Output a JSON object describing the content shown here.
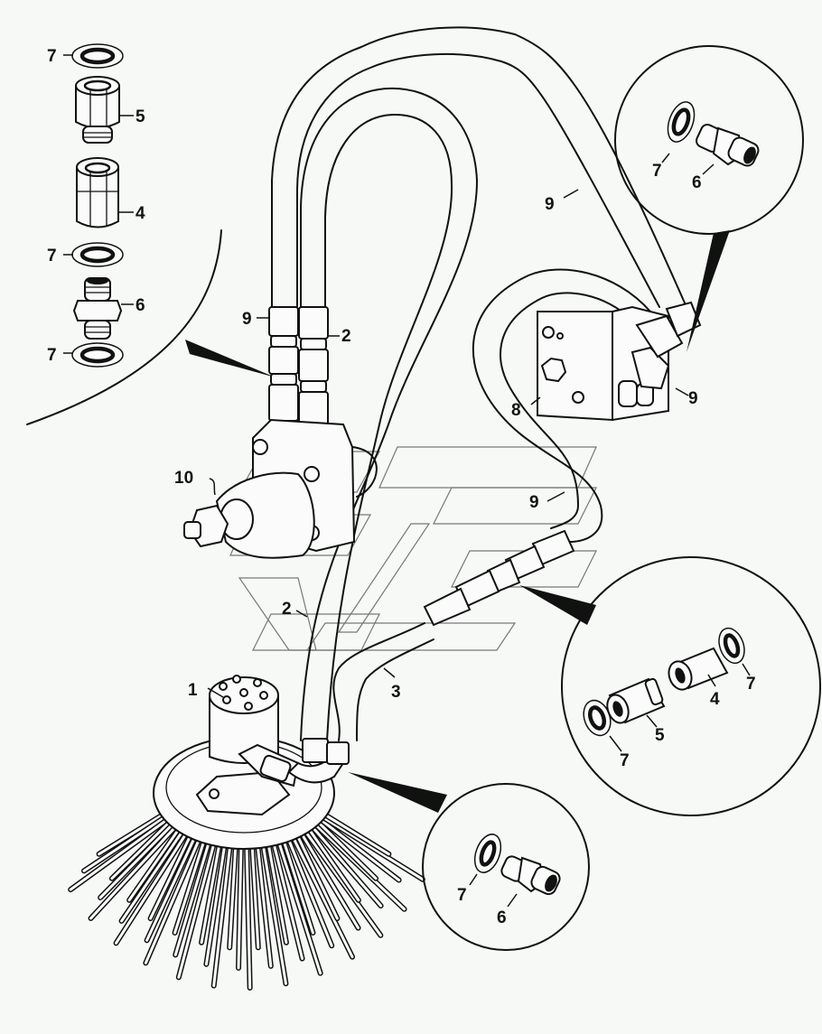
{
  "diagram": {
    "title": "",
    "type": "exploded hydraulic parts diagram",
    "parts": [
      {
        "id": "1",
        "name": "hydraulic motor"
      },
      {
        "id": "2",
        "name": "hose"
      },
      {
        "id": "3",
        "name": "hose"
      },
      {
        "id": "4",
        "name": "adapter"
      },
      {
        "id": "5",
        "name": "adapter"
      },
      {
        "id": "6",
        "name": "adapter"
      },
      {
        "id": "7",
        "name": "seal ring"
      },
      {
        "id": "8",
        "name": "valve block"
      },
      {
        "id": "9",
        "name": "hose"
      },
      {
        "id": "10",
        "name": "valve"
      }
    ],
    "callouts": {
      "top_left_stack": [
        "7",
        "5",
        "4",
        "7",
        "6",
        "7"
      ],
      "top_right_circle": [
        "7",
        "6"
      ],
      "mid_right_circle": [
        "7",
        "5",
        "4",
        "7"
      ],
      "bottom_circle": [
        "7",
        "6"
      ]
    },
    "labels": {
      "tl_7a": "7",
      "tl_5": "5",
      "tl_4": "4",
      "tl_7b": "7",
      "tl_6": "6",
      "tl_7c": "7",
      "tr_7": "7",
      "tr_6": "6",
      "hose_9_top": "9",
      "hose_9_left": "9",
      "hose_2_top": "2",
      "valve_10": "10",
      "block_8": "8",
      "block_9": "9",
      "hose_9_mid": "9",
      "hose_2_low": "2",
      "hose_3": "3",
      "motor_1": "1",
      "mr_7a": "7",
      "mr_5": "5",
      "mr_4": "4",
      "mr_7b": "7",
      "bc_7": "7",
      "bc_6": "6"
    }
  }
}
